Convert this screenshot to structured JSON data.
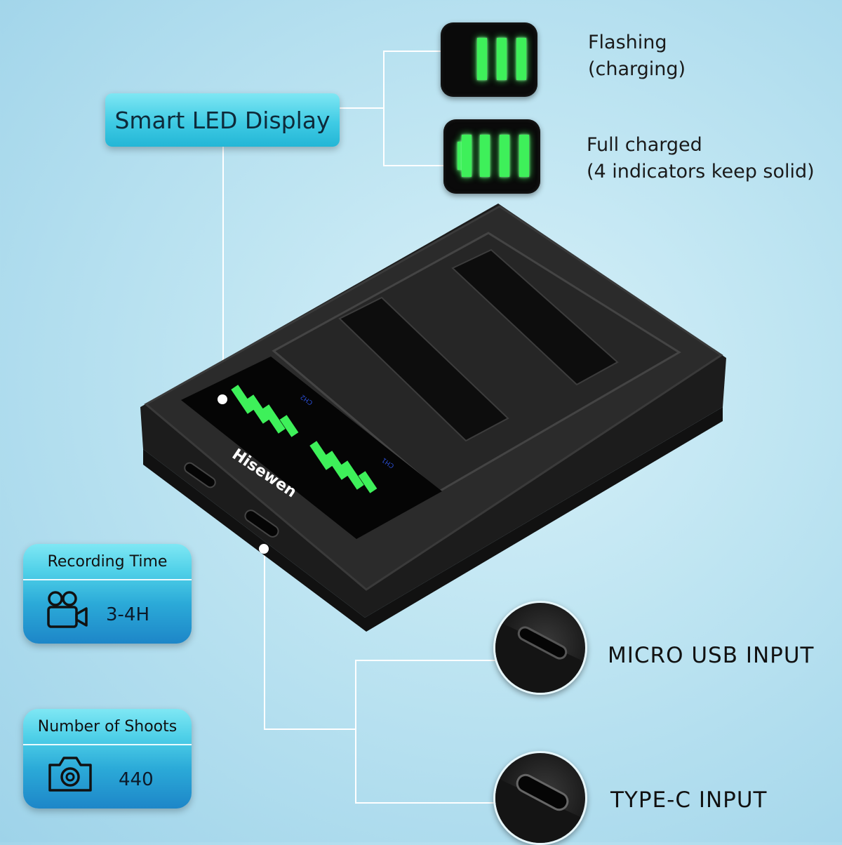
{
  "smart_led": {
    "label": "Smart LED Display"
  },
  "led_states": [
    {
      "line1": "Flashing",
      "line2": "(charging)"
    },
    {
      "line1": "Full charged",
      "line2": "(4 indicators keep solid)"
    }
  ],
  "device": {
    "brand": "Hisewen",
    "ch1": "CH1",
    "ch2": "CH2"
  },
  "cards": {
    "recording": {
      "title": "Recording Time",
      "value": "3-4H",
      "icon": "video-camera-icon"
    },
    "shoots": {
      "title": "Number of Shoots",
      "value": "440",
      "icon": "camera-icon"
    }
  },
  "ports": [
    {
      "label": "MICRO USB INPUT",
      "icon": "micro-usb-port"
    },
    {
      "label": "TYPE-C INPUT",
      "icon": "type-c-port"
    }
  ],
  "colors": {
    "led_green": "#3ef05a",
    "label_cyan": "#3fcbe4",
    "card_blue": "#1d86c8"
  }
}
